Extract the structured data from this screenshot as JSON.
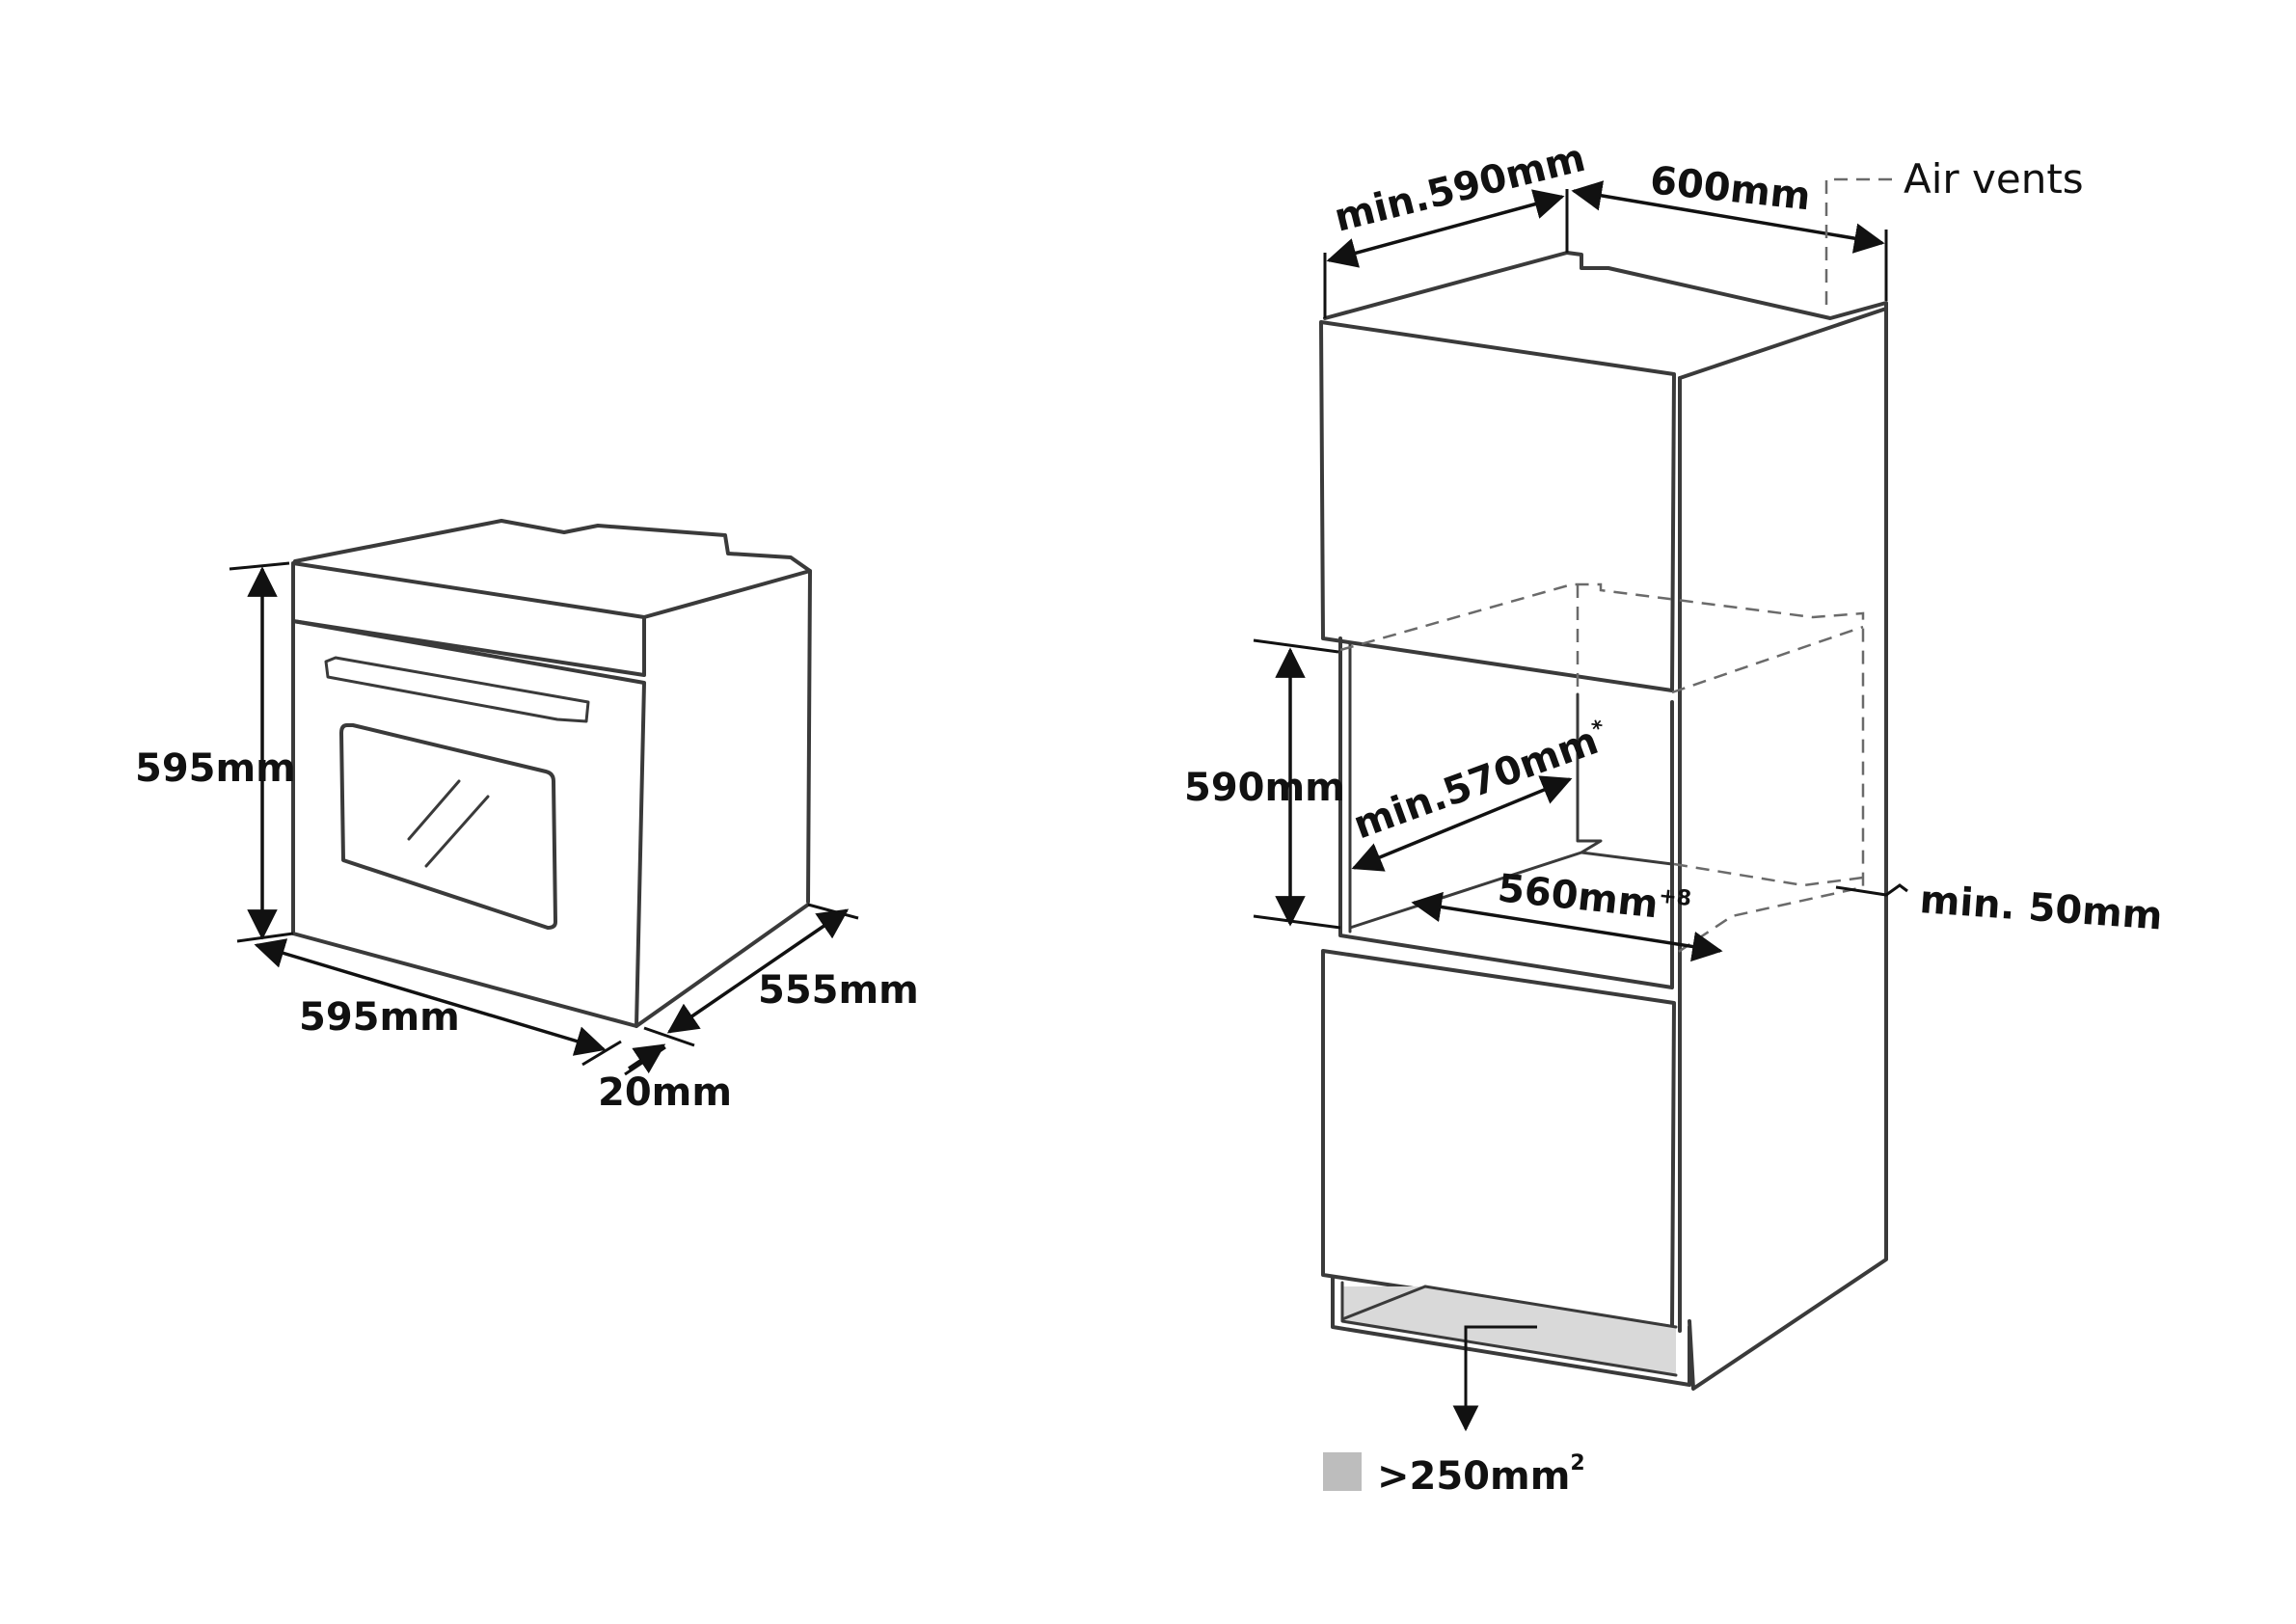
{
  "left_diagram": {
    "height_label": "595mm",
    "width_label": "595mm",
    "depth_label": "555mm",
    "door_label": "20mm"
  },
  "right_diagram": {
    "top_depth_label": "min.590mm",
    "top_width_label": "600mm",
    "air_vents_label": "Air vents",
    "niche_height_label": "590mm",
    "niche_depth_label": "min.570mm",
    "niche_depth_sup": "*",
    "niche_width_label": "560mm",
    "niche_width_sup": "+8",
    "gap_label": "min. 50mm",
    "vent_area_label": ">250mm",
    "vent_area_sup": "2"
  },
  "colors": {
    "line": "#3a3a3a",
    "dimension": "#111111",
    "vent_area": "#d9d9d9",
    "legend_swatch": "#bdbdbd"
  }
}
